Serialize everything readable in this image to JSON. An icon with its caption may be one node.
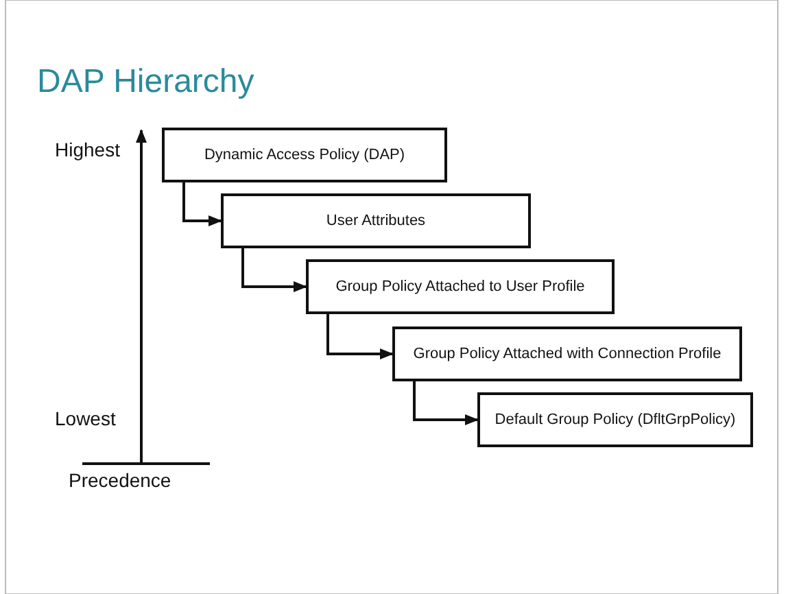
{
  "diagram": {
    "title": "DAP Hierarchy",
    "nodes": [
      {
        "text": [
          "Dynamic Access Policy (DAP)"
        ]
      },
      {
        "text": [
          "User Attributes"
        ]
      },
      {
        "text": [
          "Group Policy Attached to User Profile"
        ]
      },
      {
        "text": [
          "Group Policy Attached with Connection Profile"
        ]
      },
      {
        "text": [
          "Default Group Policy (DfltGrpPolicy)"
        ]
      }
    ],
    "edges": [
      {
        "from": 0,
        "to": 1,
        "arrow": "to"
      },
      {
        "from": 1,
        "to": 2,
        "arrow": "to"
      },
      {
        "from": 2,
        "to": 3,
        "arrow": "to"
      },
      {
        "from": 3,
        "to": 4,
        "arrow": "to"
      }
    ],
    "labels": [
      "Highest",
      "Lowest",
      "Precedence"
    ]
  }
}
